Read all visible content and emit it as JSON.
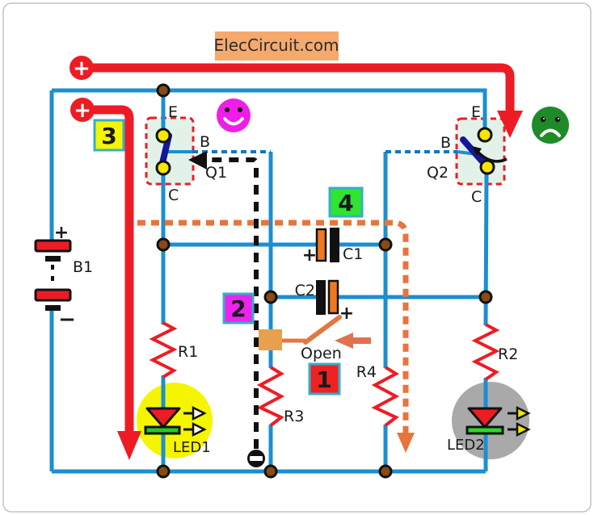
{
  "title_banner": "ElecCircuit.com",
  "supply": {
    "plus_top": "+",
    "plus_mid": "+"
  },
  "battery": {
    "label": "B1",
    "plus": "+",
    "minus": "−"
  },
  "transistors": {
    "q1": {
      "label": "Q1",
      "emitter": "E",
      "base": "B",
      "collector": "C"
    },
    "q2": {
      "label": "Q2",
      "emitter": "E",
      "base": "B",
      "collector": "C"
    }
  },
  "resistors": {
    "r1": "R1",
    "r2": "R2",
    "r3": "R3",
    "r4": "R4"
  },
  "capacitors": {
    "c1": {
      "label": "C1",
      "plus": "+"
    },
    "c2": {
      "label": "C2",
      "plus": "+"
    }
  },
  "switch": {
    "label": "Open"
  },
  "leds": {
    "led1": "LED1",
    "led2": "LED2"
  },
  "steps": {
    "s1": "1",
    "s2": "2",
    "s3": "3",
    "s4": "4"
  },
  "colors": {
    "wire_blue": "#1B8FD0",
    "supply_red": "#ED1C24",
    "orange_path": "#E8743C",
    "black_path": "#111111",
    "banner_bg": "#F6A96D",
    "badge_border": "#35AFC9",
    "badge1_bg": "#EE2222",
    "badge2_bg": "#EE22EE",
    "badge3_bg": "#F5F500",
    "badge4_bg": "#2FE52F",
    "transistor_box_fill": "#E2F2E8",
    "transistor_bar_navy": "#16169B",
    "terminal_yellow": "#F5E500",
    "led_on_halo": "#F5F500",
    "led_off_halo": "#A9A9A9",
    "led_green_bar": "#22CC22",
    "cap_orange": "#F07820",
    "switch_pad_orange": "#E8A04C",
    "switch_arrow_orange": "#E0724E",
    "junction_brown": "#8B4A12",
    "happy_face_magenta": "#F01CE8",
    "sad_face_green": "#1F8B28"
  }
}
